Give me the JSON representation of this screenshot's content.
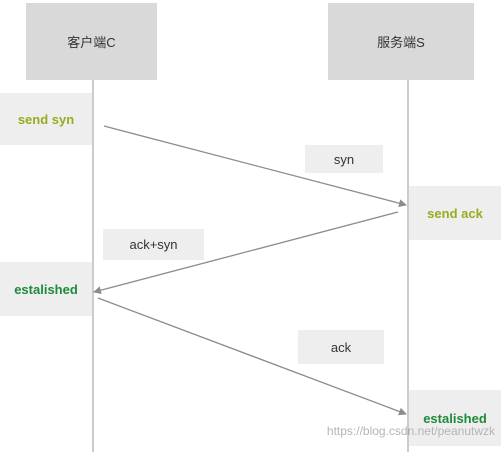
{
  "participants": {
    "client": "客户端C",
    "server": "服务端S"
  },
  "states": {
    "client_send_syn": "send syn",
    "server_send_ack": "send ack",
    "client_established": "estalished",
    "server_established": "estalished"
  },
  "messages": {
    "syn": "syn",
    "ack_syn": "ack+syn",
    "ack": "ack"
  },
  "colors": {
    "participant_bg": "#d9d9d9",
    "note_bg": "#eeeeee",
    "send_state_text": "#9aab1e",
    "established_text": "#1f8a3a",
    "line": "#8c8c8c"
  },
  "watermark": "https://blog.csdn.net/peanutwzk"
}
